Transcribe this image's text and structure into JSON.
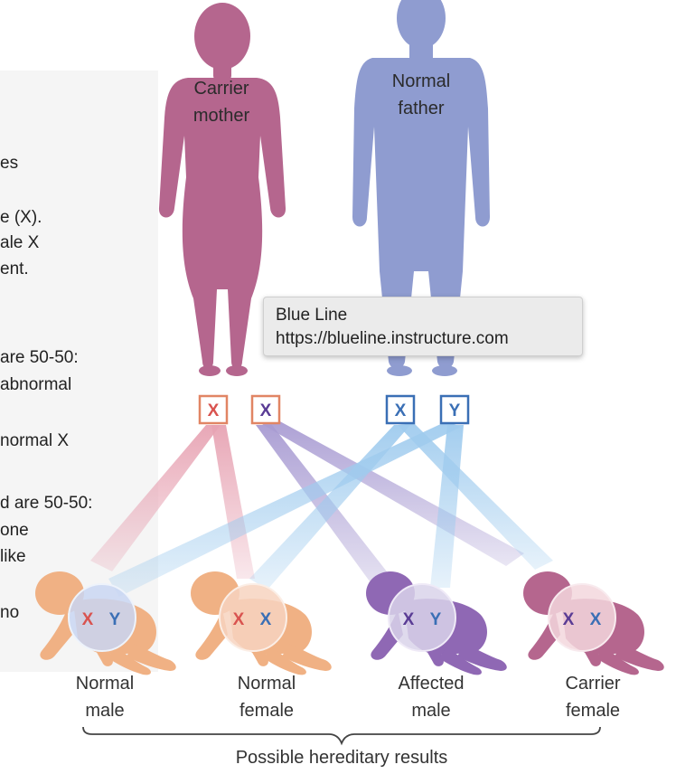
{
  "side_text": [
    "es",
    "e (X).",
    "ale X",
    "ent.",
    "are 50-50:",
    "abnormal",
    "normal X",
    "d are 50-50:",
    "one",
    " like",
    "no"
  ],
  "parents": {
    "mother": {
      "line1": "Carrier",
      "line2": "mother",
      "chromosomes": [
        "X",
        "X"
      ]
    },
    "father": {
      "line1": "Normal",
      "line2": "father",
      "chromosomes": [
        "X",
        "Y"
      ]
    }
  },
  "children": [
    {
      "line1": "Normal",
      "line2": "male",
      "chromosomes": [
        "X",
        "Y"
      ]
    },
    {
      "line1": "Normal",
      "line2": "female",
      "chromosomes": [
        "X",
        "X"
      ]
    },
    {
      "line1": "Affected",
      "line2": "male",
      "chromosomes": [
        "X",
        "Y"
      ]
    },
    {
      "line1": "Carrier",
      "line2": "female",
      "chromosomes": [
        "X",
        "X"
      ]
    }
  ],
  "results_label": "Possible hereditary results",
  "tooltip": {
    "title": "Blue Line",
    "url": "https://blueline.instructure.com"
  },
  "colors": {
    "mother": "#b5668e",
    "father": "#8f9cd0",
    "baby_normal": "#f0b184",
    "baby_affected": "#8f68b4",
    "baby_carrier": "#b5668e",
    "x_abnormal": "#d9534f",
    "x_normal": "#5a3c95",
    "father_chrom": "#3a6fb5",
    "beam_pink": "#e7a3b3",
    "beam_purple": "#a89bd2",
    "beam_blue": "#9fcbee"
  }
}
